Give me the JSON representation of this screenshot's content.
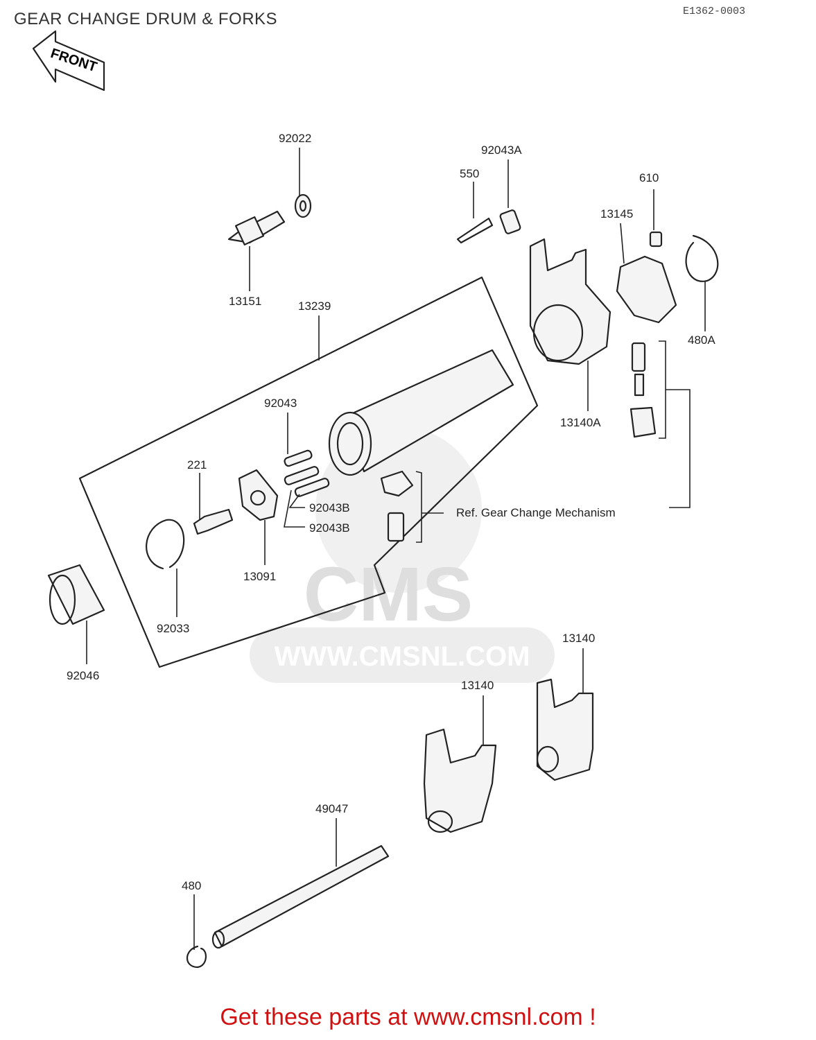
{
  "header": {
    "title": "GEAR CHANGE DRUM & FORKS",
    "diagram_code": "E1362-0003"
  },
  "arrow_label": "FRONT",
  "watermark": {
    "logo_text": "CMS",
    "url_text": "WWW.CMSNL.COM",
    "color": "#e6e6e6"
  },
  "reference_note": "Ref.  Gear Change Mechanism",
  "parts": {
    "p92022": "92022",
    "p13151": "13151",
    "p92043A": "92043A",
    "p550": "550",
    "p610": "610",
    "p13145": "13145",
    "p480A": "480A",
    "p13239": "13239",
    "p13140A": "13140A",
    "p92043": "92043",
    "p221": "221",
    "p92043B_1": "92043B",
    "p92043B_2": "92043B",
    "p13091": "13091",
    "p92033": "92033",
    "p92046": "92046",
    "p13140_1": "13140",
    "p13140_2": "13140",
    "p49047": "49047",
    "p480": "480"
  },
  "footer": {
    "text": "Get these parts at www.cmsnl.com !",
    "color": "#d01010"
  }
}
